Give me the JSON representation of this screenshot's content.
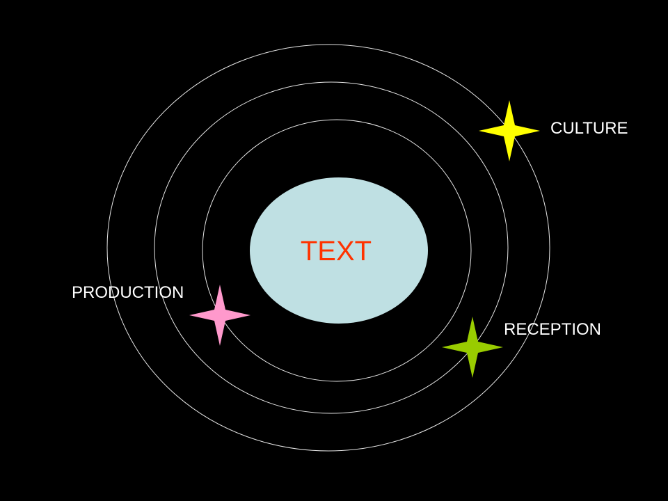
{
  "diagram": {
    "center": {
      "label": "TEXT",
      "fill": "#bfe0e3",
      "text_color": "#ff3300"
    },
    "orbits": {
      "count": 3,
      "stroke": "#e6e6e6"
    },
    "stars": [
      {
        "label": "CULTURE",
        "color": "#ffff00",
        "shape": "four-point-star-icon"
      },
      {
        "label": "PRODUCTION",
        "color": "#ff99cc",
        "shape": "four-point-star-icon"
      },
      {
        "label": "RECEPTION",
        "color": "#99cc00",
        "shape": "four-point-star-icon"
      }
    ],
    "background": "#000000",
    "label_color": "#ffffff"
  }
}
